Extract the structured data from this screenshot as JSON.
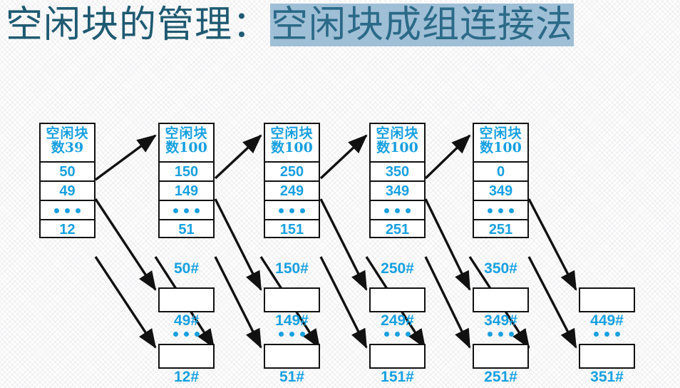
{
  "slide": {
    "title_plain": "空闲块的管理：",
    "title_highlight": "空闲块成组连接法",
    "accent_color": "#18A0E0",
    "highlight_bg": "#9FBFD6",
    "highlight_fg": "#2B6A88",
    "title_color": "#1F5A72"
  },
  "diagram": {
    "dots_symbol": "…",
    "columns": [
      {
        "header_line1": "空闲块",
        "header_line2": "数39",
        "entries": [
          "50",
          "49",
          "",
          "12"
        ],
        "caption": ""
      },
      {
        "header_line1": "空闲块",
        "header_line2": "数100",
        "entries": [
          "150",
          "149",
          "",
          "51"
        ],
        "caption": "50#"
      },
      {
        "header_line1": "空闲块",
        "header_line2": "数100",
        "entries": [
          "250",
          "249",
          "",
          "151"
        ],
        "caption": "150#"
      },
      {
        "header_line1": "空闲块",
        "header_line2": "数100",
        "entries": [
          "350",
          "349",
          "",
          "251"
        ],
        "caption": "250#"
      },
      {
        "header_line1": "空闲块",
        "header_line2": "数100",
        "entries": [
          "0",
          "349",
          "",
          "251"
        ],
        "caption": "350#"
      }
    ],
    "free_block_groups": [
      {
        "top_label": "49#",
        "bottom_label": "12#"
      },
      {
        "top_label": "149#",
        "bottom_label": "51#"
      },
      {
        "top_label": "249#",
        "bottom_label": "151#"
      },
      {
        "top_label": "349#",
        "bottom_label": "251#"
      },
      {
        "top_label": "449#",
        "bottom_label": "351#"
      }
    ]
  }
}
